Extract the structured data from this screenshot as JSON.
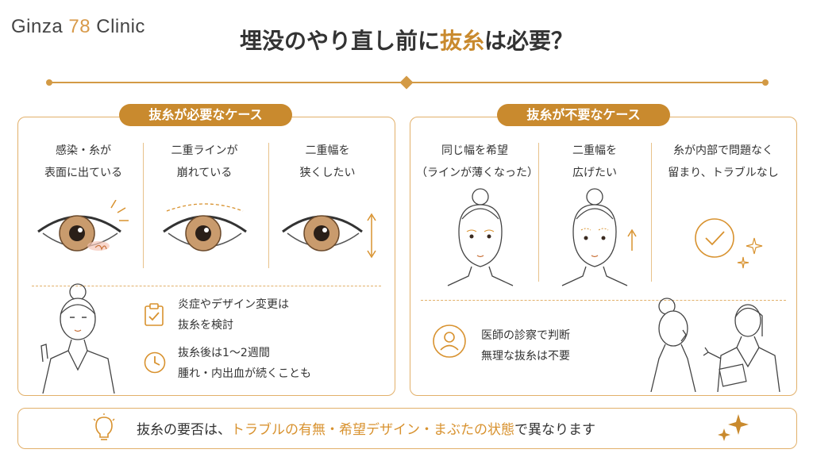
{
  "logo": {
    "part1": "Ginza ",
    "part2": "78",
    "part3": " Clinic"
  },
  "title": {
    "pre": "埋没のやり直し前に",
    "highlight": "抜糸",
    "post": "は必要？"
  },
  "left_panel": {
    "badge": "抜糸が必要なケース",
    "cases": [
      {
        "line1": "感染・糸が",
        "line2": "表面に出ている"
      },
      {
        "line1": "二重ラインが",
        "line2": "崩れている"
      },
      {
        "line1": "二重幅を",
        "line2": "狭くしたい"
      }
    ],
    "items": [
      {
        "icon": "clipboard-check-icon",
        "line1": "炎症やデザイン変更は",
        "line2": "抜糸を検討"
      },
      {
        "icon": "clock-icon",
        "line1": "抜糸後は1〜2週間",
        "line2": "腫れ・内出血が続くことも"
      }
    ]
  },
  "right_panel": {
    "badge": "抜糸が不要なケース",
    "cases": [
      {
        "line1": "同じ幅を希望",
        "line2": "（ラインが薄くなった）"
      },
      {
        "line1": "二重幅を",
        "line2": "広げたい"
      },
      {
        "line1": "糸が内部で問題なく",
        "line2": "留まり、トラブルなし"
      }
    ],
    "item": {
      "icon": "user-icon",
      "line1": "医師の診察で判断",
      "line2": "無理な抜糸は不要"
    }
  },
  "bottom": {
    "pre": "抜糸の要否は、",
    "highlight": "トラブルの有無・希望デザイン・まぶたの状態",
    "post": "で異なります"
  },
  "colors": {
    "accent": "#c98a2e",
    "border": "#e2b06a",
    "text": "#333333"
  }
}
